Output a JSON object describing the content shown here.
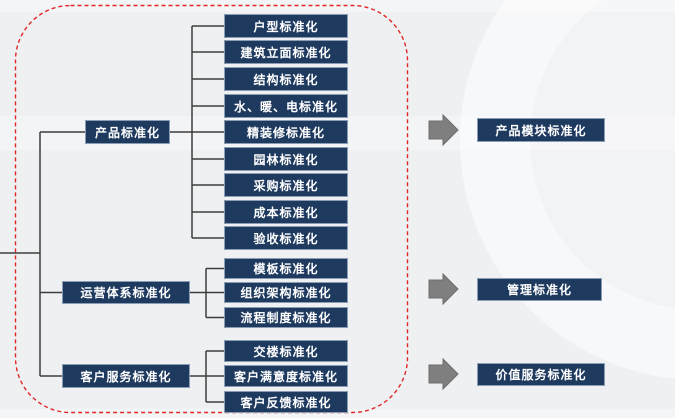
{
  "diagram_title": "",
  "colors": {
    "box_fill": "#1f3a5f",
    "box_border": "#8b9cb5",
    "box_text": "#ffffff",
    "connector": "#3d3d3d",
    "dashed_outline": "#e12626",
    "arrow": "#7f7f7f",
    "background": "#eef0f2",
    "watermark": "#ffffff"
  },
  "tree": {
    "groups": [
      {
        "parent": "产品标准化",
        "children": [
          "户型标准化",
          "建筑立面标准化",
          "结构标准化",
          "水、暖、电标准化",
          "精装修标准化",
          "园林标准化",
          "采购标准化",
          "成本标准化",
          "验收标准化"
        ],
        "result": "产品模块标准化"
      },
      {
        "parent": "运营体系标准化",
        "children": [
          "模板标准化",
          "组织架构标准化",
          "流程制度标准化"
        ],
        "result": "管理标准化"
      },
      {
        "parent": "客户服务标准化",
        "children": [
          "交楼标准化",
          "客户满意度标准化",
          "客户反馈标准化"
        ],
        "result": "价值服务标准化"
      }
    ]
  }
}
